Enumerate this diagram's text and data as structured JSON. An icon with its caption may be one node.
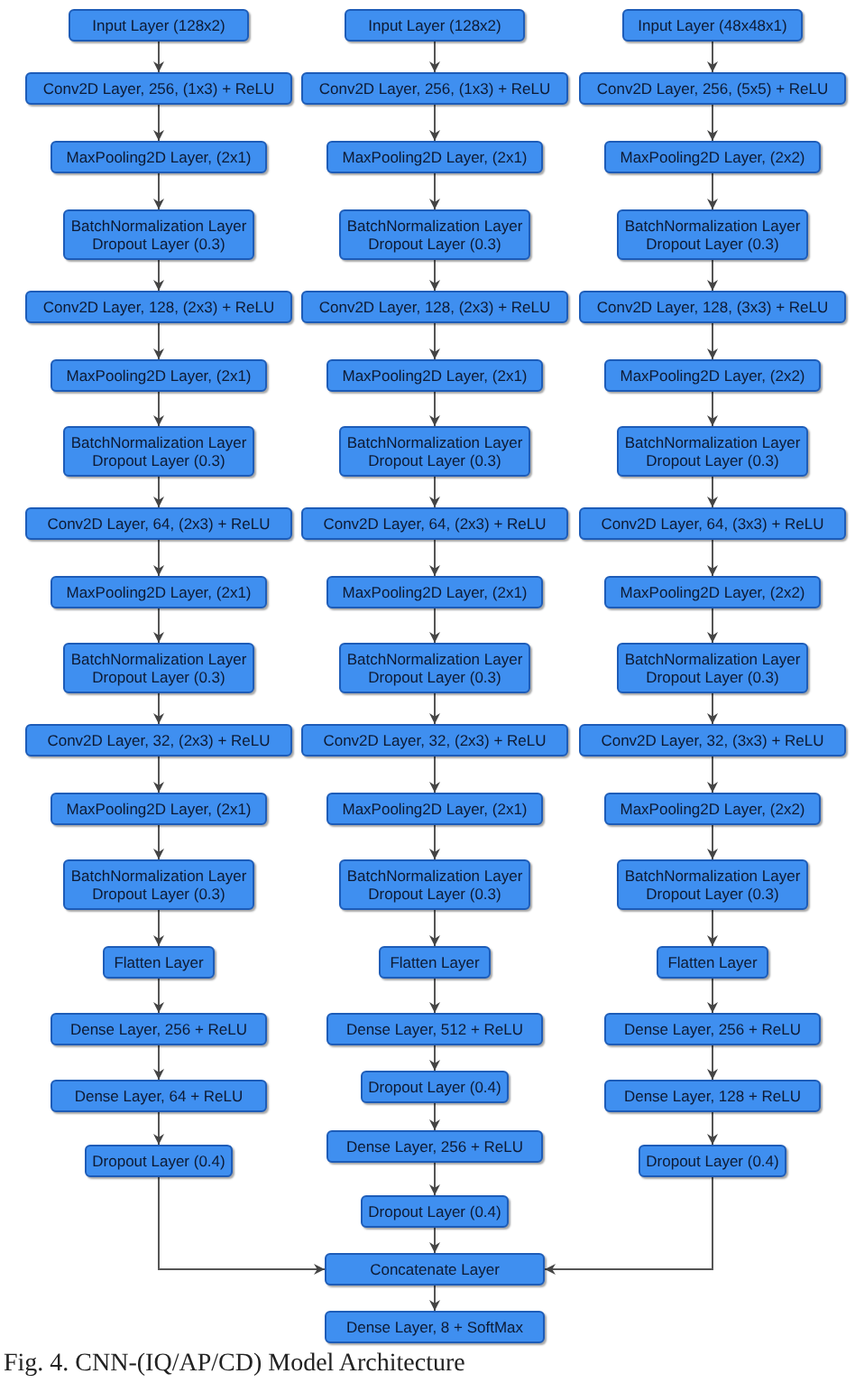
{
  "diagram": {
    "caption": "Fig. 4. CNN-(IQ/AP/CD) Model Architecture",
    "nodes": [
      {
        "text": [
          "Input Layer (128x2)"
        ]
      },
      {
        "text": [
          "Conv2D Layer, 256, (1x3) + ReLU"
        ]
      },
      {
        "text": [
          "MaxPooling2D Layer, (2x1)"
        ]
      },
      {
        "text": [
          "BatchNormalization Layer",
          "Dropout Layer (0.3)"
        ]
      },
      {
        "text": [
          "Conv2D Layer, 128, (2x3) + ReLU"
        ]
      },
      {
        "text": [
          "MaxPooling2D Layer, (2x1)"
        ]
      },
      {
        "text": [
          "BatchNormalization Layer",
          "Dropout Layer (0.3)"
        ]
      },
      {
        "text": [
          "Conv2D Layer, 64, (2x3) + ReLU"
        ]
      },
      {
        "text": [
          "MaxPooling2D Layer, (2x1)"
        ]
      },
      {
        "text": [
          "BatchNormalization Layer",
          "Dropout Layer (0.3)"
        ]
      },
      {
        "text": [
          "Conv2D Layer, 32, (2x3) + ReLU"
        ]
      },
      {
        "text": [
          "MaxPooling2D Layer, (2x1)"
        ]
      },
      {
        "text": [
          "BatchNormalization Layer",
          "Dropout Layer (0.3)"
        ]
      },
      {
        "text": [
          "Flatten Layer"
        ]
      },
      {
        "text": [
          "Dense Layer, 256 + ReLU"
        ]
      },
      {
        "text": [
          "Dense Layer, 64 + ReLU"
        ]
      },
      {
        "text": [
          "Dropout Layer (0.4)"
        ]
      },
      {
        "text": [
          "Input Layer (128x2)"
        ]
      },
      {
        "text": [
          "Conv2D Layer, 256, (1x3) + ReLU"
        ]
      },
      {
        "text": [
          "MaxPooling2D Layer, (2x1)"
        ]
      },
      {
        "text": [
          "BatchNormalization Layer",
          "Dropout Layer (0.3)"
        ]
      },
      {
        "text": [
          "Conv2D Layer, 128, (2x3) + ReLU"
        ]
      },
      {
        "text": [
          "MaxPooling2D Layer, (2x1)"
        ]
      },
      {
        "text": [
          "BatchNormalization Layer",
          "Dropout Layer (0.3)"
        ]
      },
      {
        "text": [
          "Conv2D Layer, 64, (2x3) + ReLU"
        ]
      },
      {
        "text": [
          "MaxPooling2D Layer, (2x1)"
        ]
      },
      {
        "text": [
          "BatchNormalization Layer",
          "Dropout Layer (0.3)"
        ]
      },
      {
        "text": [
          "Conv2D Layer, 32, (2x3) + ReLU"
        ]
      },
      {
        "text": [
          "MaxPooling2D Layer, (2x1)"
        ]
      },
      {
        "text": [
          "BatchNormalization Layer",
          "Dropout Layer (0.3)"
        ]
      },
      {
        "text": [
          "Flatten Layer"
        ]
      },
      {
        "text": [
          "Dense Layer, 512 + ReLU"
        ]
      },
      {
        "text": [
          "Dropout Layer (0.4)"
        ]
      },
      {
        "text": [
          "Dense Layer, 256 + ReLU"
        ]
      },
      {
        "text": [
          "Dropout Layer (0.4)"
        ]
      },
      {
        "text": [
          "Input Layer (48x48x1)"
        ]
      },
      {
        "text": [
          "Conv2D Layer, 256, (5x5) + ReLU"
        ]
      },
      {
        "text": [
          "MaxPooling2D Layer, (2x2)"
        ]
      },
      {
        "text": [
          "BatchNormalization Layer",
          "Dropout Layer (0.3)"
        ]
      },
      {
        "text": [
          "Conv2D Layer, 128, (3x3) + ReLU"
        ]
      },
      {
        "text": [
          "MaxPooling2D Layer, (2x2)"
        ]
      },
      {
        "text": [
          "BatchNormalization Layer",
          "Dropout Layer (0.3)"
        ]
      },
      {
        "text": [
          "Conv2D Layer, 64, (3x3) + ReLU"
        ]
      },
      {
        "text": [
          "MaxPooling2D Layer, (2x2)"
        ]
      },
      {
        "text": [
          "BatchNormalization Layer",
          "Dropout Layer (0.3)"
        ]
      },
      {
        "text": [
          "Conv2D Layer, 32, (3x3) + ReLU"
        ]
      },
      {
        "text": [
          "MaxPooling2D Layer, (2x2)"
        ]
      },
      {
        "text": [
          "BatchNormalization Layer",
          "Dropout Layer (0.3)"
        ]
      },
      {
        "text": [
          "Flatten Layer"
        ]
      },
      {
        "text": [
          "Dense Layer, 256 + ReLU"
        ]
      },
      {
        "text": [
          "Dense Layer, 128 + ReLU"
        ]
      },
      {
        "text": [
          "Dropout Layer (0.4)"
        ]
      },
      {
        "text": [
          "Concatenate Layer"
        ]
      },
      {
        "text": [
          "Dense Layer, 8 + SoftMax"
        ]
      }
    ],
    "edges": [
      {
        "from": 0,
        "to": 1,
        "arrow": "to"
      },
      {
        "from": 1,
        "to": 2,
        "arrow": "to"
      },
      {
        "from": 2,
        "to": 3,
        "arrow": "to"
      },
      {
        "from": 3,
        "to": 4,
        "arrow": "to"
      },
      {
        "from": 4,
        "to": 5,
        "arrow": "to"
      },
      {
        "from": 5,
        "to": 6,
        "arrow": "to"
      },
      {
        "from": 6,
        "to": 7,
        "arrow": "to"
      },
      {
        "from": 7,
        "to": 8,
        "arrow": "to"
      },
      {
        "from": 8,
        "to": 9,
        "arrow": "to"
      },
      {
        "from": 9,
        "to": 10,
        "arrow": "to"
      },
      {
        "from": 10,
        "to": 11,
        "arrow": "to"
      },
      {
        "from": 11,
        "to": 12,
        "arrow": "to"
      },
      {
        "from": 12,
        "to": 13,
        "arrow": "to"
      },
      {
        "from": 13,
        "to": 14,
        "arrow": "to"
      },
      {
        "from": 14,
        "to": 15,
        "arrow": "to"
      },
      {
        "from": 15,
        "to": 16,
        "arrow": "to"
      },
      {
        "from": 17,
        "to": 18,
        "arrow": "to"
      },
      {
        "from": 18,
        "to": 19,
        "arrow": "to"
      },
      {
        "from": 19,
        "to": 20,
        "arrow": "to"
      },
      {
        "from": 20,
        "to": 21,
        "arrow": "to"
      },
      {
        "from": 21,
        "to": 22,
        "arrow": "to"
      },
      {
        "from": 22,
        "to": 23,
        "arrow": "to"
      },
      {
        "from": 23,
        "to": 24,
        "arrow": "to"
      },
      {
        "from": 24,
        "to": 25,
        "arrow": "to"
      },
      {
        "from": 25,
        "to": 26,
        "arrow": "to"
      },
      {
        "from": 26,
        "to": 27,
        "arrow": "to"
      },
      {
        "from": 27,
        "to": 28,
        "arrow": "to"
      },
      {
        "from": 28,
        "to": 29,
        "arrow": "to"
      },
      {
        "from": 29,
        "to": 30,
        "arrow": "to"
      },
      {
        "from": 30,
        "to": 31,
        "arrow": "to"
      },
      {
        "from": 31,
        "to": 32,
        "arrow": "to"
      },
      {
        "from": 32,
        "to": 33,
        "arrow": "to"
      },
      {
        "from": 33,
        "to": 34,
        "arrow": "to"
      },
      {
        "from": 35,
        "to": 36,
        "arrow": "to"
      },
      {
        "from": 36,
        "to": 37,
        "arrow": "to"
      },
      {
        "from": 37,
        "to": 38,
        "arrow": "to"
      },
      {
        "from": 38,
        "to": 39,
        "arrow": "to"
      },
      {
        "from": 39,
        "to": 40,
        "arrow": "to"
      },
      {
        "from": 40,
        "to": 41,
        "arrow": "to"
      },
      {
        "from": 41,
        "to": 42,
        "arrow": "to"
      },
      {
        "from": 42,
        "to": 43,
        "arrow": "to"
      },
      {
        "from": 43,
        "to": 44,
        "arrow": "to"
      },
      {
        "from": 44,
        "to": 45,
        "arrow": "to"
      },
      {
        "from": 45,
        "to": 46,
        "arrow": "to"
      },
      {
        "from": 46,
        "to": 47,
        "arrow": "to"
      },
      {
        "from": 47,
        "to": 48,
        "arrow": "to"
      },
      {
        "from": 48,
        "to": 49,
        "arrow": "to"
      },
      {
        "from": 49,
        "to": 50,
        "arrow": "to"
      },
      {
        "from": 50,
        "to": 51,
        "arrow": "to"
      },
      {
        "from": 16,
        "to": 52,
        "arrow": "to"
      },
      {
        "from": 34,
        "to": 52,
        "arrow": "to"
      },
      {
        "from": 51,
        "to": 52,
        "arrow": "to"
      },
      {
        "from": 52,
        "to": 53,
        "arrow": "to"
      }
    ]
  }
}
